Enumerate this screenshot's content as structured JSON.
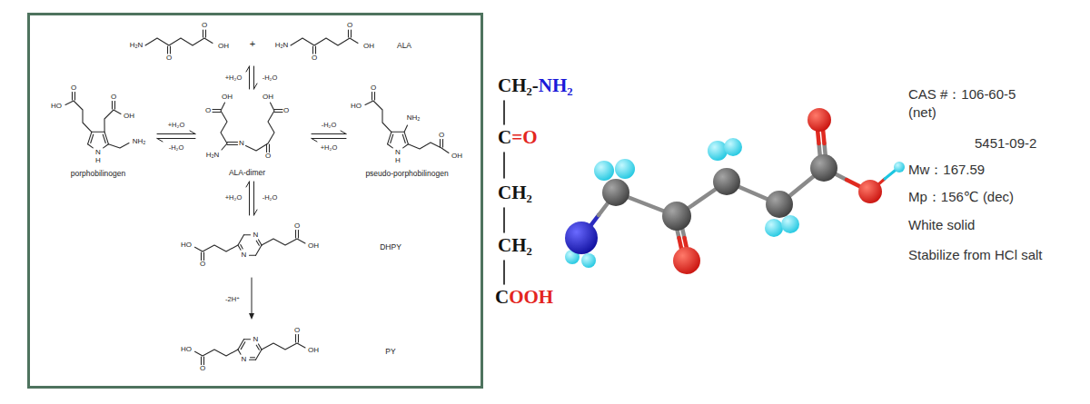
{
  "diagram": {
    "nodes": [
      {
        "text": [
          "H₂N",
          "O",
          "O",
          "OH",
          "+",
          "H₂N",
          "O",
          "O",
          "OH",
          "ALA"
        ]
      },
      {
        "text": [
          "O",
          "HO",
          "O",
          "OH",
          "NH₂",
          "N",
          "H",
          "porphobilinogen"
        ]
      },
      {
        "text": [
          "O",
          "OH",
          "OH",
          "O",
          "H₂N",
          "N",
          "O",
          "ALA-dimer"
        ]
      },
      {
        "text": [
          "O",
          "HO",
          "NH₂",
          "O",
          "OH",
          "N",
          "H",
          "pseudo-porphobilinogen"
        ]
      },
      {
        "text": [
          "O",
          "OH",
          "N",
          "N",
          "HO",
          "O",
          "DHPY"
        ]
      },
      {
        "text": [
          "O",
          "OH",
          "N",
          "N",
          "HO",
          "O",
          "PY"
        ]
      }
    ],
    "edges": [
      {
        "from": 0,
        "to": 2,
        "arrow": "both"
      },
      {
        "from": 1,
        "to": 2,
        "arrow": "both"
      },
      {
        "from": 2,
        "to": 3,
        "arrow": "both"
      },
      {
        "from": 2,
        "to": 4,
        "arrow": "both"
      },
      {
        "from": 4,
        "to": 5,
        "arrow": "to"
      }
    ],
    "labels": [
      "+H₂O",
      "-H₂O",
      "+H₂O",
      "-H₂O",
      "-H₂O",
      "+H₂O",
      "+H₂O",
      "-H₂O",
      "-2H⁺",
      "CH₂-",
      "NH₂",
      "C",
      "=O",
      "CH₂",
      "CH₂",
      "C",
      "OOH",
      "CAS #：106-60-5 (net)",
      "5451-09-2",
      "Mw：167.59",
      "Mp：156℃ (dec)",
      "White solid",
      "Stabilize from HCl salt"
    ]
  }
}
